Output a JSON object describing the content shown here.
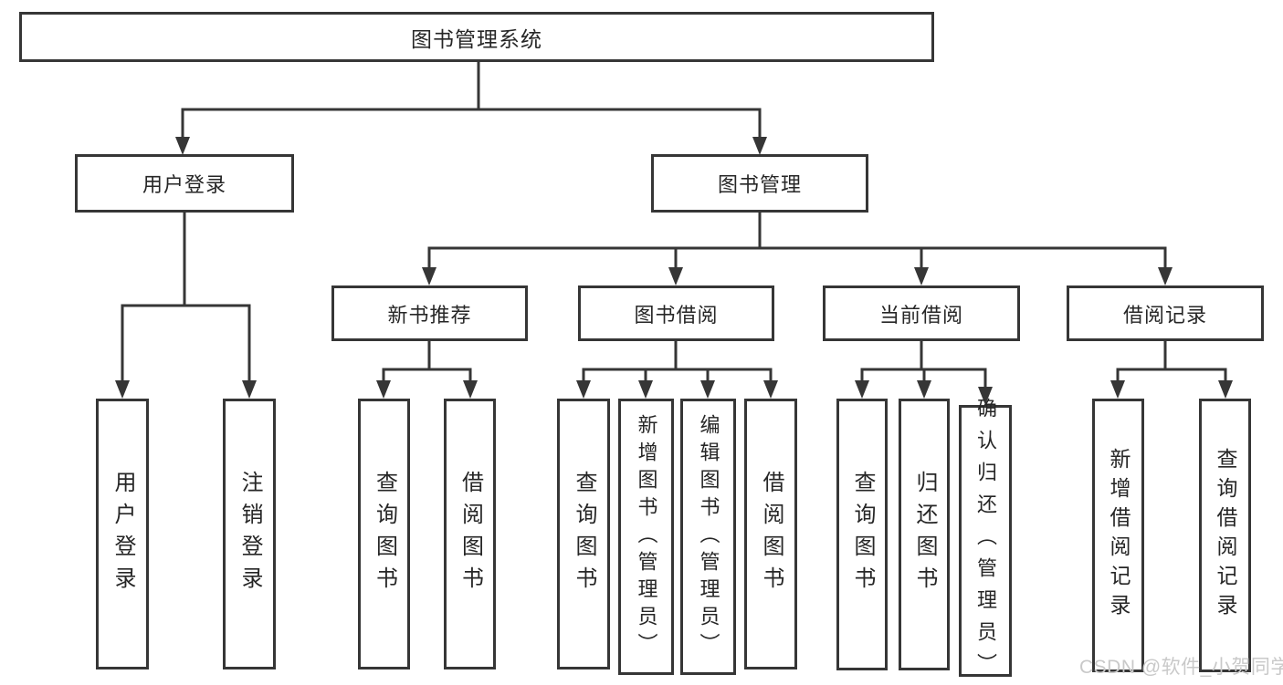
{
  "tree": {
    "root": "图书管理系统",
    "login": {
      "label": "用户登录",
      "children": [
        "用户登录",
        "注销登录"
      ]
    },
    "management": {
      "label": "图书管理",
      "groups": [
        {
          "label": "新书推荐",
          "children": [
            "查询图书",
            "借阅图书"
          ]
        },
        {
          "label": "图书借阅",
          "children": [
            "查询图书",
            "新增图书（管理员）",
            "编辑图书（管理员）",
            "借阅图书"
          ]
        },
        {
          "label": "当前借阅",
          "children": [
            "查询图书",
            "归还图书",
            "确认归还（管理员）"
          ]
        },
        {
          "label": "借阅记录",
          "children": [
            "新增借阅记录",
            "查询借阅记录"
          ]
        }
      ]
    }
  },
  "watermark": "CSDN @软件_小贺同学",
  "colors": {
    "line": "#363636",
    "text": "#262626",
    "watermark": "#c9c9c9",
    "background": "#ffffff"
  }
}
